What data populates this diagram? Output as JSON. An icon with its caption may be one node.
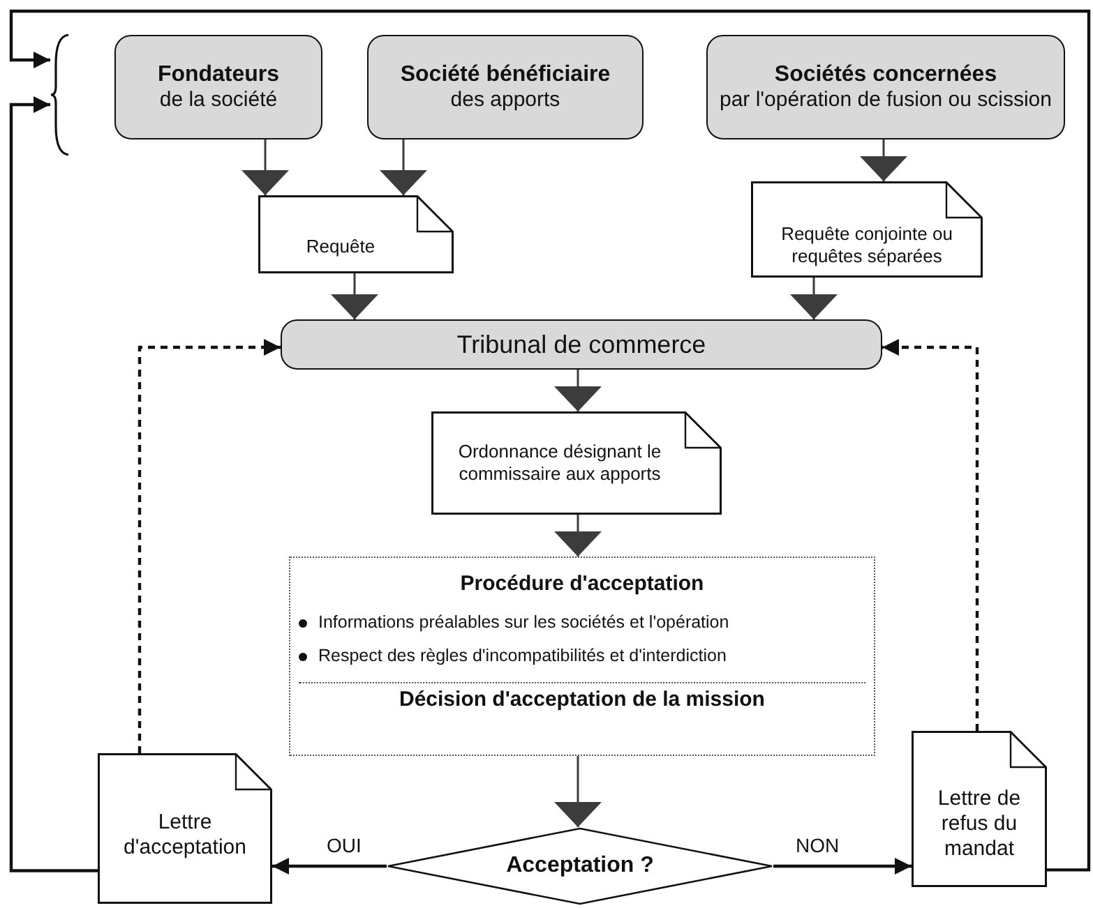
{
  "diagram": {
    "nodes": [
      {
        "text": [
          "Fondateurs",
          "de la société"
        ]
      },
      {
        "text": [
          "Société bénéficiaire",
          "des apports"
        ]
      },
      {
        "text": [
          "Sociétés concernées",
          "par l'opération de fusion ou scission"
        ]
      },
      {
        "text": [
          "Requête"
        ]
      },
      {
        "text": [
          "Requête conjointe ou requêtes séparées"
        ]
      },
      {
        "text": [
          "Tribunal de commerce"
        ]
      },
      {
        "text": [
          "Ordonnance désignant le commissaire aux apports"
        ]
      },
      {
        "text": [
          "Procédure d'acceptation",
          "Informations préalables sur les sociétés et l'opération",
          "Respect des règles d'incompatibilités et d'interdiction",
          "Décision d'acceptation de la mission"
        ]
      },
      {
        "text": [
          "Acceptation ?"
        ]
      },
      {
        "text": [
          "Lettre d'acceptation"
        ]
      },
      {
        "text": [
          "Lettre de refus du mandat"
        ]
      },
      {
        "text": [],
        "shape": "brace"
      }
    ],
    "edges": [
      {
        "from": 0,
        "to": 3,
        "arrow": "to"
      },
      {
        "from": 1,
        "to": 3,
        "arrow": "to"
      },
      {
        "from": 2,
        "to": 4,
        "arrow": "to"
      },
      {
        "from": 3,
        "to": 5,
        "arrow": "to"
      },
      {
        "from": 4,
        "to": 5,
        "arrow": "to"
      },
      {
        "from": 5,
        "to": 6,
        "arrow": "to"
      },
      {
        "from": 6,
        "to": 7,
        "arrow": "to"
      },
      {
        "from": 7,
        "to": 8,
        "arrow": "to"
      },
      {
        "from": 8,
        "to": 9,
        "arrow": "to",
        "label": "OUI"
      },
      {
        "from": 8,
        "to": 10,
        "arrow": "to",
        "label": "NON"
      },
      {
        "from": 9,
        "to": 5,
        "arrow": "to",
        "style": "dashed"
      },
      {
        "from": 10,
        "to": 5,
        "arrow": "to",
        "style": "dashed"
      },
      {
        "from": 9,
        "to": 11,
        "arrow": "to"
      },
      {
        "from": 10,
        "to": 11,
        "arrow": "to"
      }
    ]
  }
}
